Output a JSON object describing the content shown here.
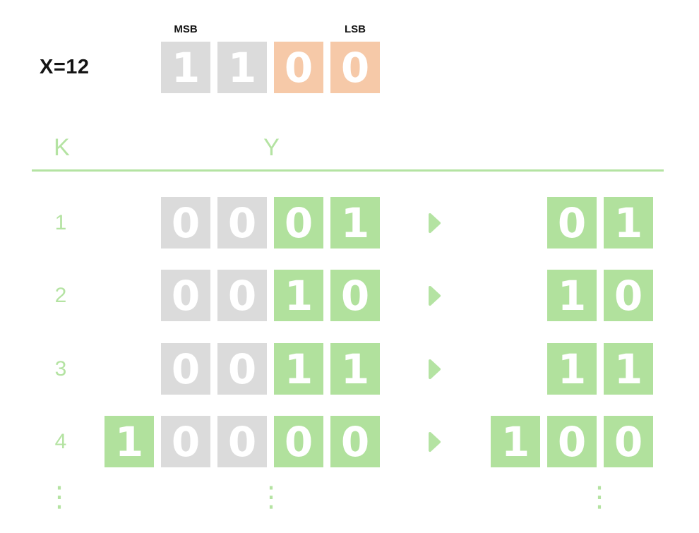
{
  "colors": {
    "gray_box": "#DBDBDB",
    "green_box": "#B1E19D",
    "orange_box": "#F6C9A8",
    "accent_green": "#B4E3A2",
    "text_black": "#141414",
    "digit_white": "#FFFFFF"
  },
  "top": {
    "value_label": "X=12",
    "msb_label": "MSB",
    "lsb_label": "LSB",
    "bits": [
      {
        "digit": "1",
        "state": "gray"
      },
      {
        "digit": "1",
        "state": "gray"
      },
      {
        "digit": "0",
        "state": "orange"
      },
      {
        "digit": "0",
        "state": "orange"
      }
    ]
  },
  "table": {
    "k_header": "K",
    "y_header": "Y",
    "rows": [
      {
        "k": "1",
        "bits": [
          {
            "d": "0",
            "s": "gray"
          },
          {
            "d": "0",
            "s": "gray"
          },
          {
            "d": "0",
            "s": "green"
          },
          {
            "d": "1",
            "s": "green"
          }
        ],
        "result": [
          {
            "d": "0",
            "s": "green"
          },
          {
            "d": "1",
            "s": "green"
          }
        ]
      },
      {
        "k": "2",
        "bits": [
          {
            "d": "0",
            "s": "gray"
          },
          {
            "d": "0",
            "s": "gray"
          },
          {
            "d": "1",
            "s": "green"
          },
          {
            "d": "0",
            "s": "green"
          }
        ],
        "result": [
          {
            "d": "1",
            "s": "green"
          },
          {
            "d": "0",
            "s": "green"
          }
        ]
      },
      {
        "k": "3",
        "bits": [
          {
            "d": "0",
            "s": "gray"
          },
          {
            "d": "0",
            "s": "gray"
          },
          {
            "d": "1",
            "s": "green"
          },
          {
            "d": "1",
            "s": "green"
          }
        ],
        "result": [
          {
            "d": "1",
            "s": "green"
          },
          {
            "d": "1",
            "s": "green"
          }
        ]
      },
      {
        "k": "4",
        "bits": [
          {
            "d": "1",
            "s": "green"
          },
          {
            "d": "0",
            "s": "gray"
          },
          {
            "d": "0",
            "s": "gray"
          },
          {
            "d": "0",
            "s": "green"
          },
          {
            "d": "0",
            "s": "green"
          }
        ],
        "result": [
          {
            "d": "1",
            "s": "green"
          },
          {
            "d": "0",
            "s": "green"
          },
          {
            "d": "0",
            "s": "green"
          }
        ]
      }
    ],
    "ellipsis": "⋮"
  }
}
